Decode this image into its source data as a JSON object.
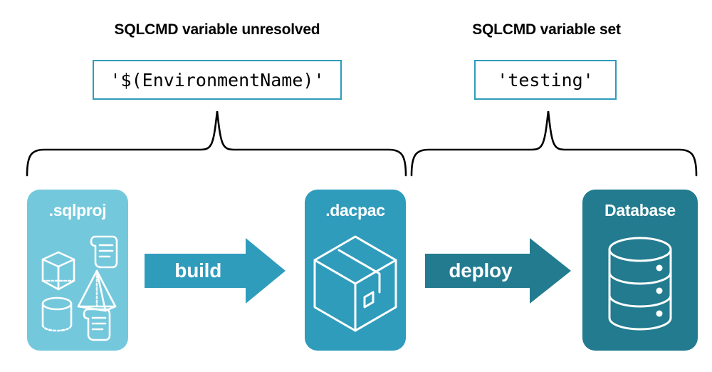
{
  "headings": {
    "left": "SQLCMD variable unresolved",
    "right": "SQLCMD variable set"
  },
  "code_boxes": {
    "left_value": "'$(EnvironmentName)'",
    "right_value": "'testing'"
  },
  "cards": [
    {
      "label": ".sqlproj",
      "color": "#74C8DC",
      "icons": [
        "cube-icon",
        "pyramid-icon",
        "cylinder-icon",
        "scroll-icon",
        "scroll-icon"
      ]
    },
    {
      "label": ".dacpac",
      "color": "#2F9CBC",
      "icons": [
        "package-box-icon"
      ]
    },
    {
      "label": "Database",
      "color": "#227B8F",
      "icons": [
        "database-cylinder-icon"
      ]
    }
  ],
  "arrows": [
    {
      "label": "build",
      "color": "#2F9CBC",
      "name": "build-arrow"
    },
    {
      "label": "deploy",
      "color": "#227B8F",
      "name": "deploy-arrow"
    }
  ],
  "braces": {
    "stroke_color": "#000000",
    "left_span_label": "build stage grouping",
    "right_span_label": "deploy stage grouping"
  },
  "colors": {
    "light_blue": "#74C8DC",
    "mid_teal": "#2F9CBC",
    "dark_teal": "#227B8F",
    "border_teal": "#2D9CBC",
    "background": "#ffffff",
    "text_dark": "#000000",
    "text_light": "#ffffff"
  }
}
